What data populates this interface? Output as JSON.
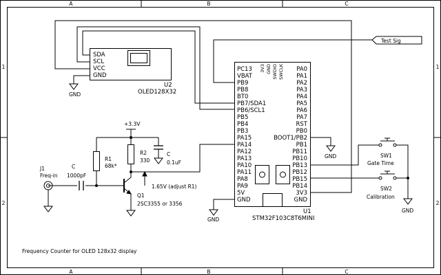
{
  "frame": {
    "columns": [
      "A",
      "B",
      "C"
    ],
    "rows": [
      "1",
      "2"
    ],
    "note": "Frequency Counter for OLED 128x32 display"
  },
  "oled": {
    "ref": "U2",
    "value": "OLED128X32",
    "pins": [
      "SDA",
      "SCL",
      "VCC",
      "GND"
    ]
  },
  "mcu": {
    "ref": "U1",
    "value": "STM32F103C8T6MINI",
    "left_pins": [
      "PC13",
      "VBAT",
      "PB9",
      "PB8",
      "BT0",
      "PB7/SDA1",
      "PB6/SCL1",
      "PB5",
      "PB4",
      "PB3",
      "PA15",
      "PA14",
      "PA12",
      "PA13",
      "PA10",
      "PA11",
      "PA8",
      "PA9",
      "5V",
      "GND"
    ],
    "right_pins": [
      "PA0",
      "PA1",
      "PA2",
      "PA3",
      "PA4",
      "PA5",
      "PA6",
      "PA7",
      "RST",
      "PB0",
      "BOOT1/PB2",
      "PB1",
      "PB11",
      "PB10",
      "PB13",
      "PB12",
      "PB15",
      "PB14",
      "3V3",
      "GND"
    ],
    "top_pins": [
      "3V3",
      "GND",
      "SWDIO",
      "SWCLK"
    ]
  },
  "net_labels": {
    "test_sig": "Test Sig",
    "vcc": "+3.3V",
    "gnd": "GND"
  },
  "components": {
    "j1_ref": "J1",
    "j1_value": "Freq-in",
    "c_in_ref": "C",
    "c_in_value": "1000pF",
    "r1_ref": "R1",
    "r1_value": "68k*",
    "r2_ref": "R2",
    "r2_value": "330",
    "c_dec_ref": "C",
    "c_dec_value": "0.1uF",
    "q1_ref": "Q1",
    "q1_value": "2SC3355 or 3356",
    "bias_note": "1.65V (adjust R1)",
    "sw1_ref": "SW1",
    "sw1_value": "Gate Time",
    "sw2_ref": "SW2",
    "sw2_value": "Calibration"
  }
}
